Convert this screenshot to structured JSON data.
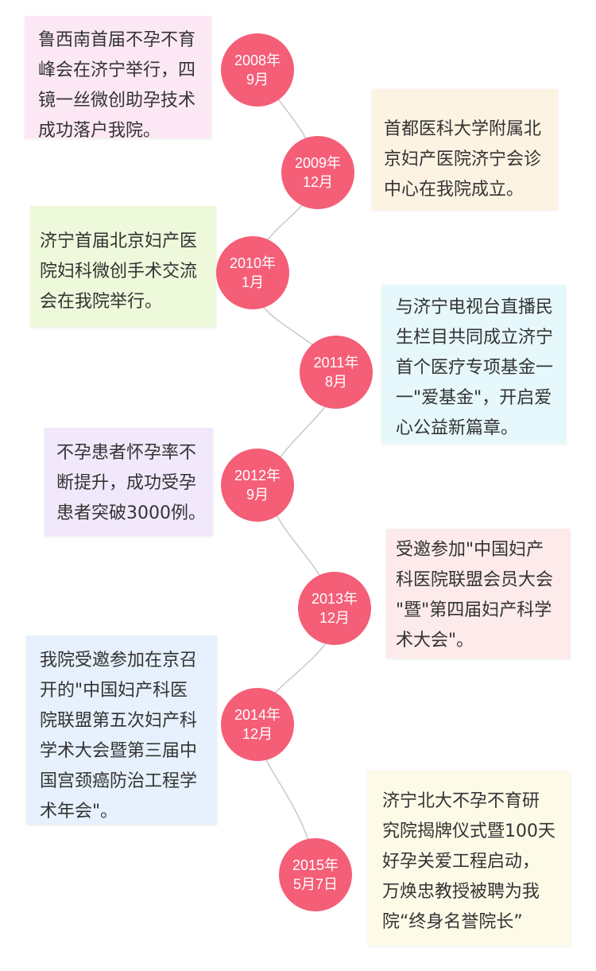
{
  "colors": {
    "node": "#f45e77",
    "path": "#c9c9c9",
    "card_pink": "#fce8f4",
    "card_peach": "#fdf3e2",
    "card_green": "#eef8db",
    "card_cyan": "#e6f8fb",
    "card_lavender": "#f1e8fc",
    "card_rose": "#fdeaea",
    "card_blue": "#e6f1fd",
    "card_cream": "#fefae8"
  },
  "timeline": [
    {
      "date_line1": "2008年",
      "date_line2": "9月",
      "text": "鲁西南首届不孕不育\n峰会在济宁举行，四\n镜一丝微创助孕技术\n成功落户我院。"
    },
    {
      "date_line1": "2009年",
      "date_line2": "12月",
      "text": "首都医科大学附属北\n京妇产医院济宁会诊\n中心在我院成立。"
    },
    {
      "date_line1": "2010年",
      "date_line2": "1月",
      "text": "济宁首届北京妇产医\n院妇科微创手术交流\n会在我院举行。"
    },
    {
      "date_line1": "2011年",
      "date_line2": "8月",
      "text": "与济宁电视台直播民\n生栏目共同成立济宁\n首个医疗专项基金一\n一\"爱基金\"，开启爱\n心公益新篇章。"
    },
    {
      "date_line1": "2012年",
      "date_line2": "9月",
      "text": "不孕患者怀孕率不\n断提升，成功受孕\n患者突破3000例。"
    },
    {
      "date_line1": "2013年",
      "date_line2": "12月",
      "text": "受邀参加\"中国妇产\n科医院联盟会员大会\n\"暨\"第四届妇产科学\n术大会\"。"
    },
    {
      "date_line1": "2014年",
      "date_line2": "12月",
      "text": "我院受邀参加在京召\n开的\"中国妇产科医\n院联盟第五次妇产科\n学术大会暨第三届中\n国宫颈癌防治工程学\n术年会\"。"
    },
    {
      "date_line1": "2015年",
      "date_line2": "5月7日",
      "text": "济宁北大不孕不育研\n究院揭牌仪式暨100天\n好孕关爱工程启动，\n万焕忠教授被聘为我\n院“终身名誉院长”"
    }
  ]
}
